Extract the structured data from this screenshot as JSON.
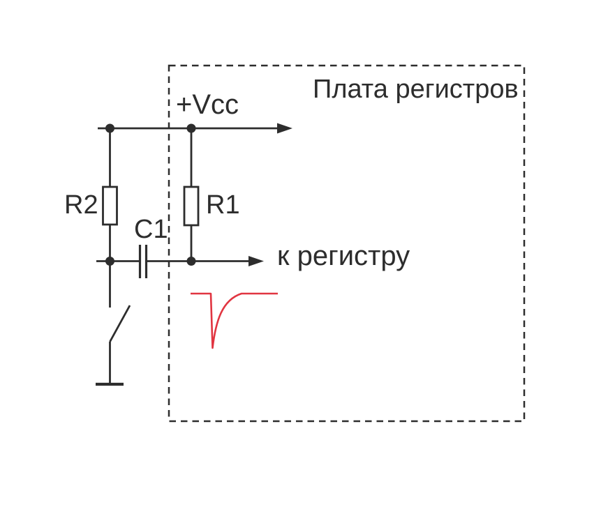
{
  "board": {
    "title": "Плата регистров"
  },
  "power": {
    "vcc_label": "+Vcc"
  },
  "components": {
    "r2": {
      "label": "R2",
      "symbol": "resistor"
    },
    "r1": {
      "label": "R1",
      "symbol": "resistor"
    },
    "c1": {
      "label": "C1",
      "symbol": "capacitor"
    },
    "switch": {
      "symbol": "open-switch"
    },
    "ground": {
      "symbol": "ground-bar"
    }
  },
  "output": {
    "label": "к регистру"
  },
  "waveform": {
    "shape": "negative spike with exponential recovery",
    "color": "#e13541"
  },
  "colors": {
    "line": "#2d2d2d",
    "background": "#ffffff"
  }
}
